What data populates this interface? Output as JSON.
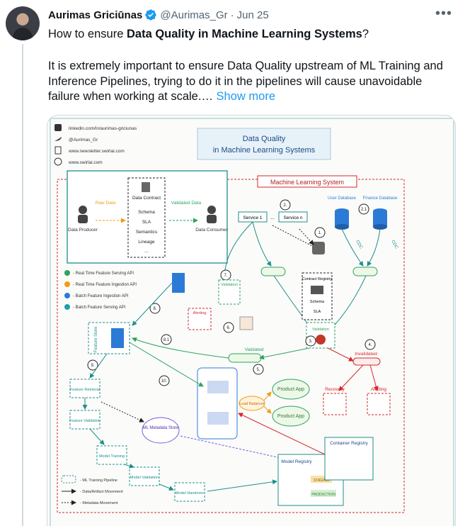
{
  "author": {
    "name": "Aurimas Griciūnas",
    "handle": "@Aurimas_Gr",
    "separator": "·",
    "date": "Jun 25"
  },
  "tweet": {
    "line1_before": "How to ensure ",
    "line1_bold": "Data Quality in Machine Learning Systems",
    "line1_after": "?",
    "body": "It is extremely important to ensure Data Quality upstream of ML Training and Inference Pipelines, trying to do it in the pipelines will cause unavoidable failure when working at scale.…",
    "show_more": "Show more"
  },
  "menu": {
    "more_label": "•••"
  },
  "diagram": {
    "links": [
      {
        "icon": "linkedin-icon",
        "text": "linkedin.com/in/aurimas-griciunas"
      },
      {
        "icon": "twitter-icon",
        "text": "@Aurimas_Gr"
      },
      {
        "icon": "newsletter-icon",
        "text": "www.newsletter.swirlai.com"
      },
      {
        "icon": "swirl-icon",
        "text": "www.swirlai.com"
      }
    ],
    "title_line1": "Data Quality",
    "title_line2": "in Machine Learning Systems",
    "contract": {
      "producer": "Data Producer",
      "raw": "Raw Data",
      "contract_title": "Data Contract",
      "fields": [
        "Schema",
        "SLA",
        "Semantics",
        "Lineage",
        "..."
      ],
      "validated": "Validated Data",
      "consumer": "Data Consumer"
    },
    "mls_title": "Machine Learning System",
    "services": [
      "Service 1",
      "...",
      "Service n"
    ],
    "databases": {
      "user": "User Database",
      "finance": "Finance Database"
    },
    "cdc": "CDC",
    "steps": [
      "1.",
      "2.",
      "2.1",
      "3.",
      "4.",
      "5.",
      "6.",
      "7.",
      "8.",
      "8.1",
      "9.",
      "10."
    ],
    "legend_colors": [
      {
        "color": "#2ca25f",
        "label": "- Real Time Feature Serving API"
      },
      {
        "color": "#f39c12",
        "label": "- Real Time Feature Ingestion API"
      },
      {
        "color": "#2b7bd6",
        "label": "- Batch Feature Ingestion API"
      },
      {
        "color": "#1e9fa8",
        "label": "- Batch Feature Serving API"
      }
    ],
    "contract_registry": {
      "title": "Contract Registry",
      "schema": "Schema",
      "sla": "SLA"
    },
    "validation": "Validation",
    "alerting": "Alerting",
    "feature_store": "Feature Store",
    "validated": "Validated",
    "invalidated": "Invalidated",
    "recovery": "Recovery",
    "pipeline": [
      "Feature Retrieval",
      "Feature Validation",
      "Model Training",
      "Model Validation",
      "Model Handover"
    ],
    "metadata_store": "ML Metadata Store",
    "load_balancer": "Load Balancer",
    "product_app": "Product App",
    "model_registry": "Model Registry",
    "container_registry": "Container Registry",
    "registry_tags": [
      "STAGING",
      "PRODUCTION"
    ],
    "legend_lines": [
      "- ML Training Pipeline",
      "- Data/Artifact Movement",
      "- Metadata Movement"
    ]
  },
  "colors": {
    "accent": "#1d9bf0",
    "muted": "#536471",
    "teal": "#1e8f8a",
    "red": "#d62728",
    "green": "#2ca25f",
    "blue": "#2b7bd6"
  }
}
